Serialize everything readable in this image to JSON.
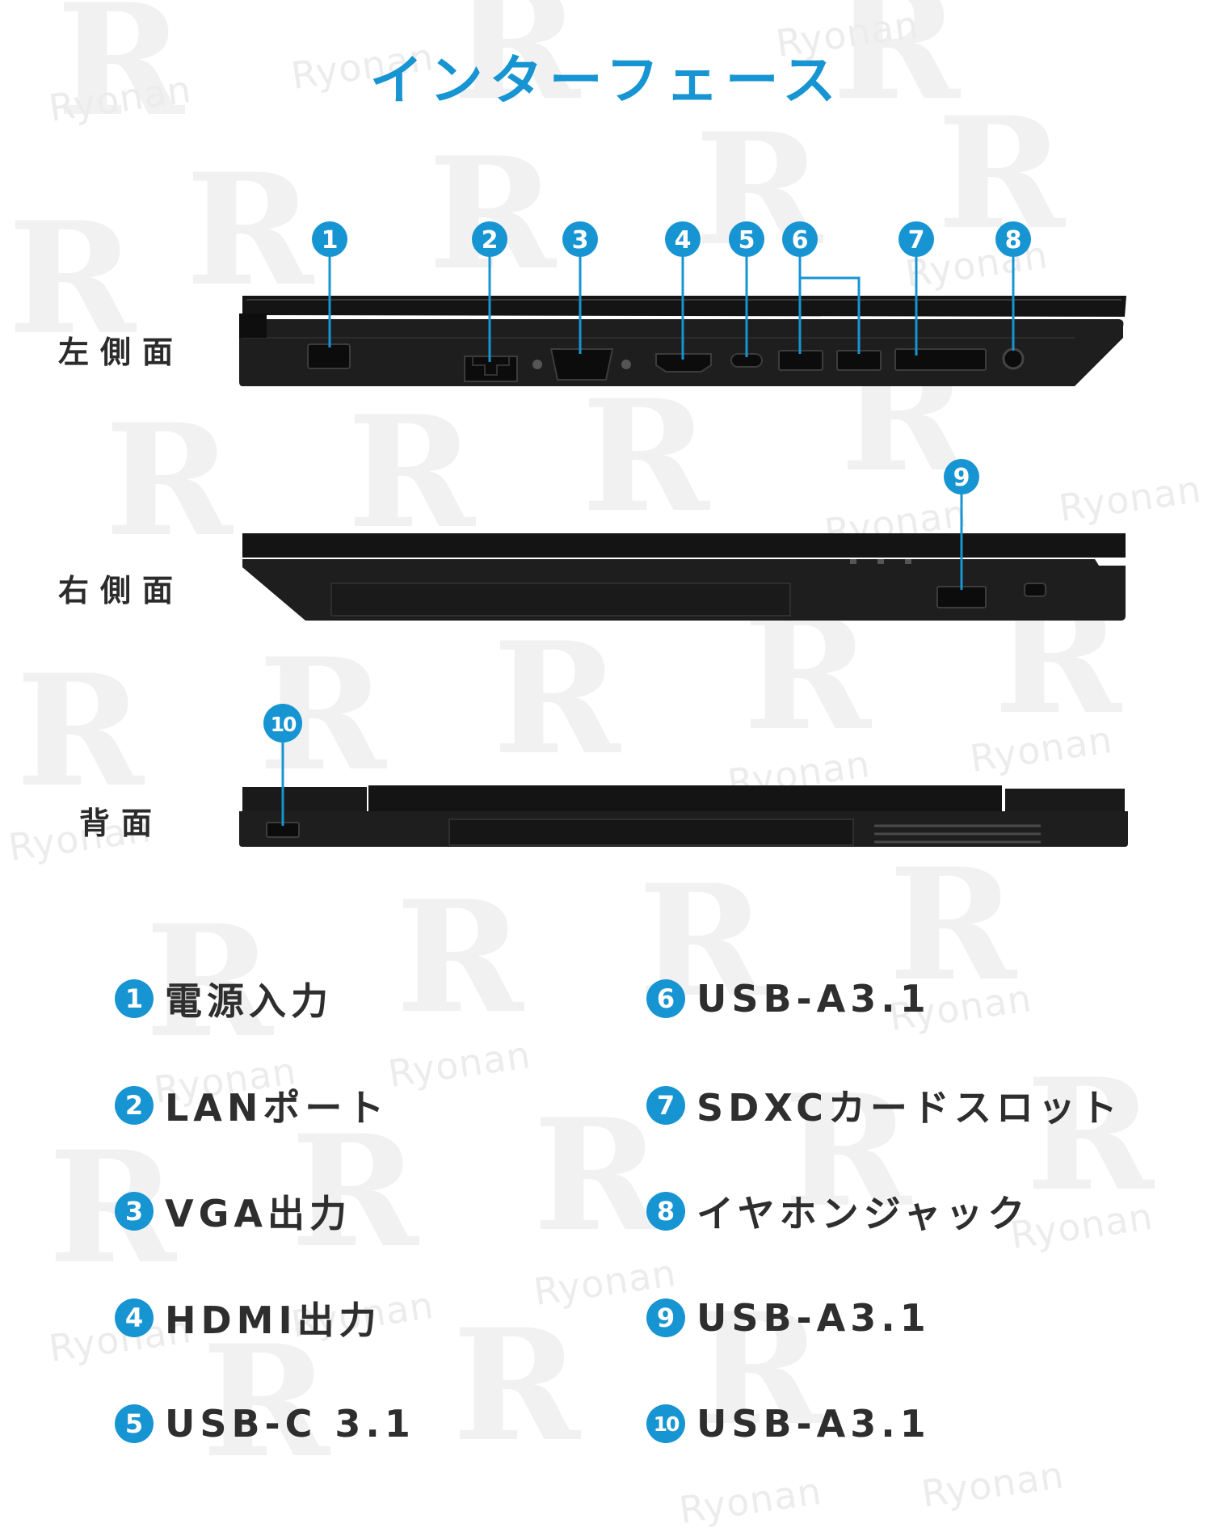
{
  "title": "インターフェース",
  "watermark": "Ryonan",
  "colors": {
    "accent": "#1794d2",
    "laptop": "#1c1c1c",
    "text": "#2e2e2e"
  },
  "views": {
    "left": {
      "label": "左側面",
      "callouts": [
        "1",
        "2",
        "3",
        "4",
        "5",
        "6",
        "7",
        "8"
      ]
    },
    "right": {
      "label": "右側面",
      "callouts": [
        "9"
      ]
    },
    "back": {
      "label": "背面",
      "callouts": [
        "10"
      ]
    }
  },
  "specs": {
    "s1": {
      "num": "1",
      "label": "電源入力"
    },
    "s2": {
      "num": "2",
      "label": "LANポート"
    },
    "s3": {
      "num": "3",
      "label": "VGA出力"
    },
    "s4": {
      "num": "4",
      "label": "HDMI出力"
    },
    "s5": {
      "num": "5",
      "label": "USB-C 3.1"
    },
    "s6": {
      "num": "6",
      "label": "USB-A3.1"
    },
    "s7": {
      "num": "7",
      "label": "SDXCカードスロット"
    },
    "s8": {
      "num": "8",
      "label": "イヤホンジャック"
    },
    "s9": {
      "num": "9",
      "label": "USB-A3.1"
    },
    "s10": {
      "num": "10",
      "label": "USB-A3.1"
    }
  }
}
